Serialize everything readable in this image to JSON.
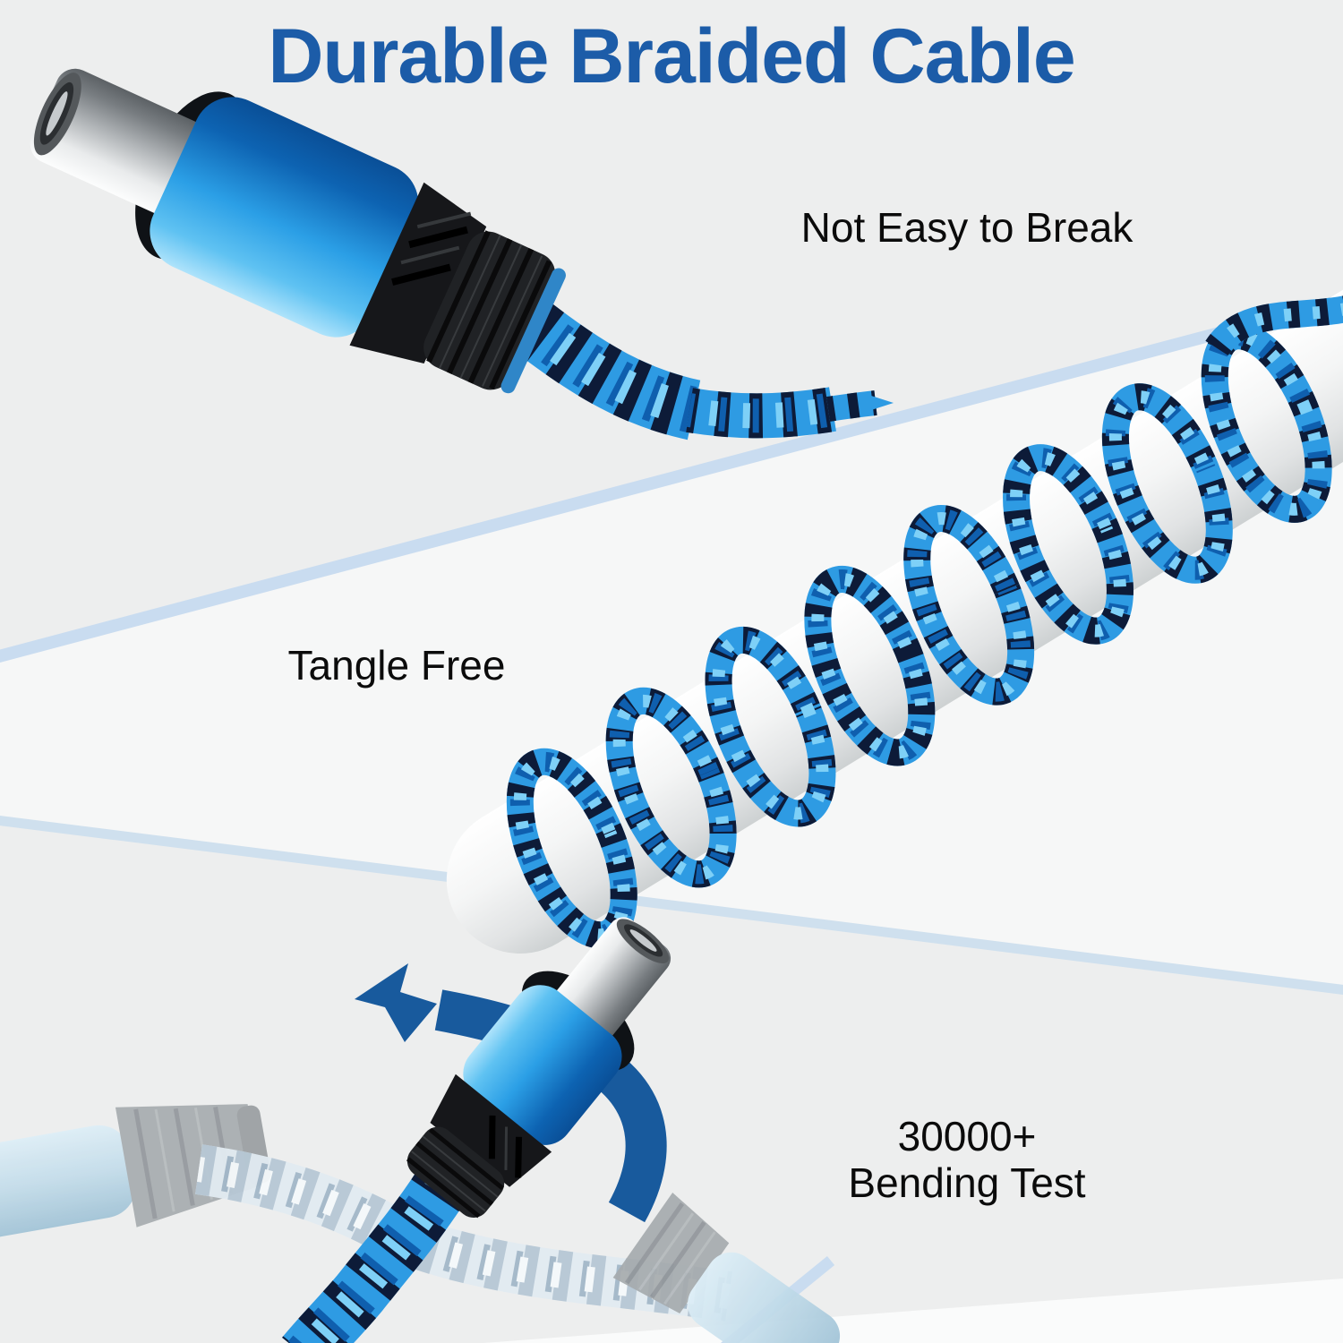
{
  "title": {
    "text": "Durable Braided Cable"
  },
  "captions": {
    "durability": "Not Easy to Break",
    "tangle": "Tangle Free",
    "bending_line1": "30000+",
    "bending_line2": "Bending Test"
  },
  "illustrations": {
    "top_left": "usb-c-connector-with-braided-cable",
    "middle": "braided-cable-coiled-around-white-rod",
    "bottom": "usb-c-connector-with-bend-arrow-and-ghost-cables",
    "arrow_icon": "curved-bend-arrow"
  },
  "colors": {
    "background": "#edeeee",
    "band_white": "#f6f7f7",
    "band_edge_blue": "#c9dcf0",
    "title_blue": "#1c5ca8",
    "caption_black": "#0b0b0b",
    "braid_blue": "#2e9be3",
    "braid_navy": "#0d1b38",
    "braid_highlight": "#7ed0f7",
    "connector_blue": "#2b9fe6",
    "connector_black": "#1a1b1e",
    "silver": "#c9cdd0",
    "arrow_blue": "#185a9d",
    "ghost_blue": "#c2dcea",
    "ghost_gray": "#a6abae"
  }
}
